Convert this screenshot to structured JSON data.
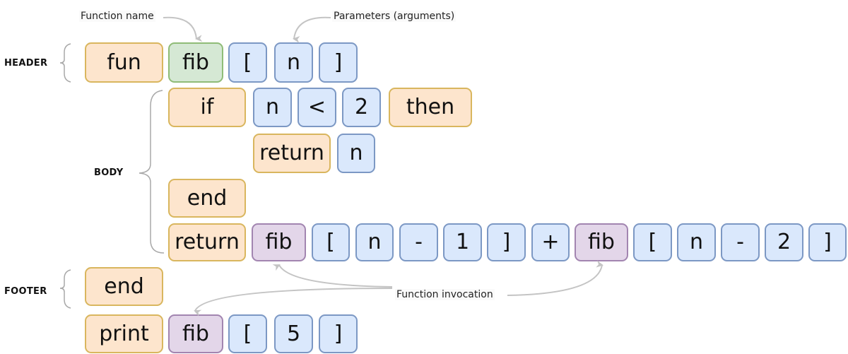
{
  "colors": {
    "keyword_fill": "#fde5cd",
    "keyword_border": "#d9b65e",
    "name_fill": "#d5e8d4",
    "name_border": "#8fbc77",
    "param_fill": "#dae8fc",
    "param_border": "#7c98c4",
    "invoke_fill": "#e3d6e9",
    "invoke_border": "#a285b0",
    "arrow": "#c8c8c8"
  },
  "sections": {
    "header": "HEADER",
    "body": "BODY",
    "footer": "FOOTER"
  },
  "annotations": {
    "function_name": "Function name",
    "parameters": "Parameters (arguments)",
    "function_invocation": "Function invocation"
  },
  "header_row": [
    "fun",
    "fib",
    "[",
    "n",
    "]"
  ],
  "body": {
    "if_row": [
      "if",
      "n",
      "<",
      "2",
      "then"
    ],
    "return_row": [
      "return",
      "n"
    ],
    "end_row": [
      "end"
    ],
    "recursive_row": [
      "return",
      "fib",
      "[",
      "n",
      "-",
      "1",
      "]",
      "+",
      "fib",
      "[",
      "n",
      "-",
      "2",
      "]"
    ]
  },
  "footer": {
    "end_row": [
      "end"
    ],
    "print_row": [
      "print",
      "fib",
      "[",
      "5",
      "]"
    ]
  }
}
